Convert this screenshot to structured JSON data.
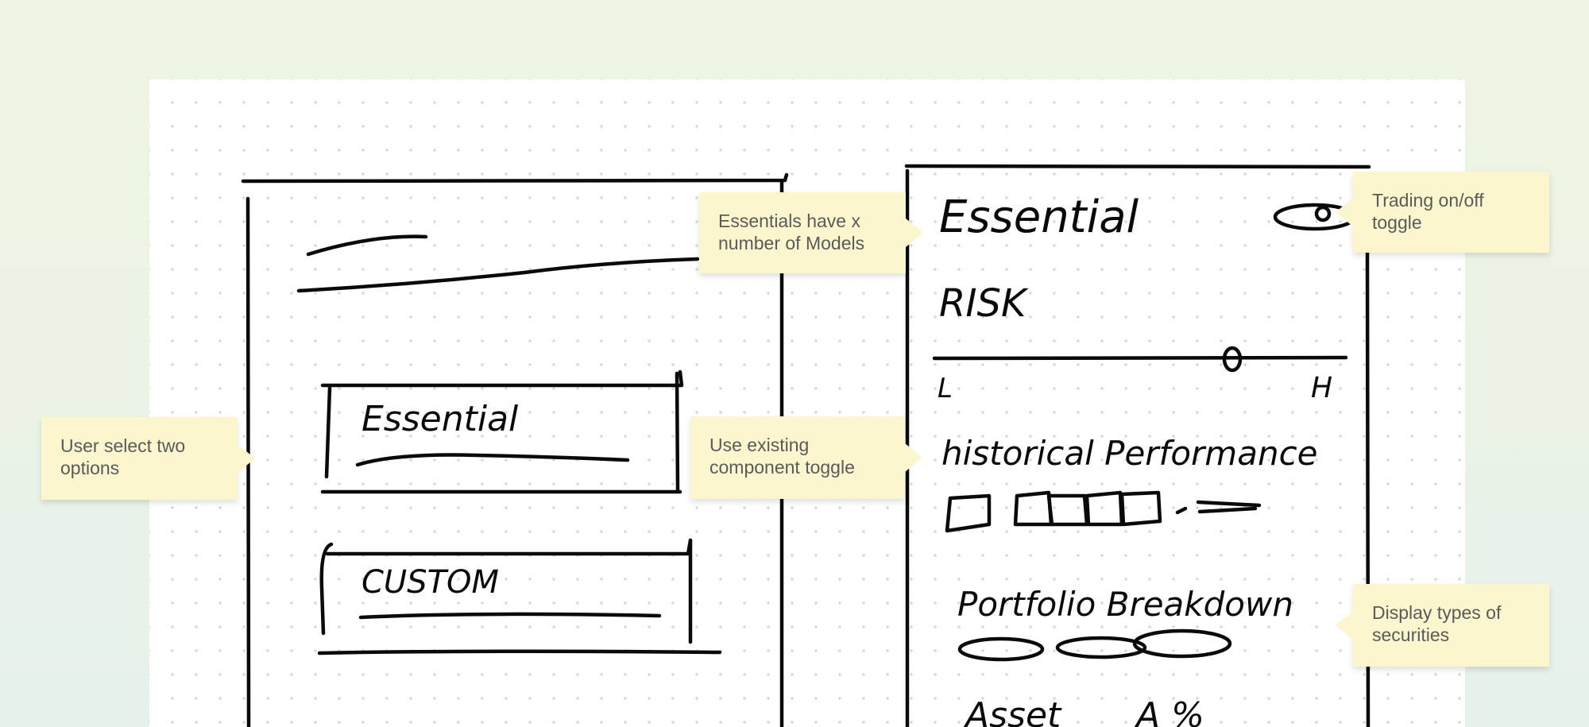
{
  "notes": {
    "user_select": "User select two options",
    "essentials_models": "Essentials have x number of Models",
    "use_existing_toggle": "Use existing component toggle",
    "trading_toggle": "Trading on/off toggle",
    "display_securities": "Display types of securities"
  },
  "wireframe_left": {
    "option_essential": "Essential",
    "option_custom": "CUSTOM"
  },
  "wireframe_right": {
    "title": "Essential",
    "risk_label": "RISK",
    "risk_low": "L",
    "risk_high": "H",
    "historical_performance": "historical Performance",
    "portfolio_breakdown": "Portfolio Breakdown",
    "asset_label": "Asset",
    "percent_label": "A %"
  },
  "colors": {
    "background": "#eef4e2",
    "sticky_note": "#fcf6cf",
    "ink": "#0a0a0a"
  }
}
